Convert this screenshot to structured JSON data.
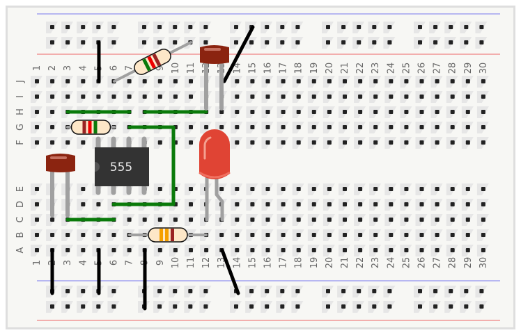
{
  "board": {
    "columns": [
      "1",
      "2",
      "3",
      "4",
      "5",
      "6",
      "7",
      "8",
      "9",
      "10",
      "11",
      "12",
      "13",
      "14",
      "15",
      "16",
      "17",
      "18",
      "19",
      "20",
      "21",
      "22",
      "23",
      "24",
      "25",
      "26",
      "27",
      "28",
      "29",
      "30"
    ],
    "rows_top": [
      "J",
      "I",
      "H",
      "G",
      "F"
    ],
    "rows_bottom": [
      "E",
      "D",
      "C",
      "B",
      "A"
    ],
    "colors": {
      "board_bg": "#f7f7f4",
      "board_border": "#dedede",
      "rail_blue": "#7777ee",
      "rail_red": "#ee6666",
      "wire_green": "#0a7a0a",
      "wire_black": "#000000",
      "lead_gray": "#a0a0a0",
      "capacitor": "#8b2410",
      "led": "#e04434",
      "chip": "#333333",
      "resistor_body": "#fde7c8"
    }
  },
  "components": {
    "chip": {
      "label": "555",
      "type": "ic-555"
    },
    "resistors": [
      {
        "name": "resistor-diagonal",
        "bands": [
          "#0a7a0a",
          "#ee0000",
          "#9a2222"
        ]
      },
      {
        "name": "resistor-row-g",
        "bands": [
          "#9a2222",
          "#ee0000",
          "#0a7a0a"
        ]
      },
      {
        "name": "resistor-row-b",
        "bands": [
          "#f5a000",
          "#f5a000",
          "#9a2222"
        ]
      }
    ],
    "capacitors": [
      "capacitor-top",
      "capacitor-left"
    ],
    "led": {
      "color": "red"
    }
  }
}
